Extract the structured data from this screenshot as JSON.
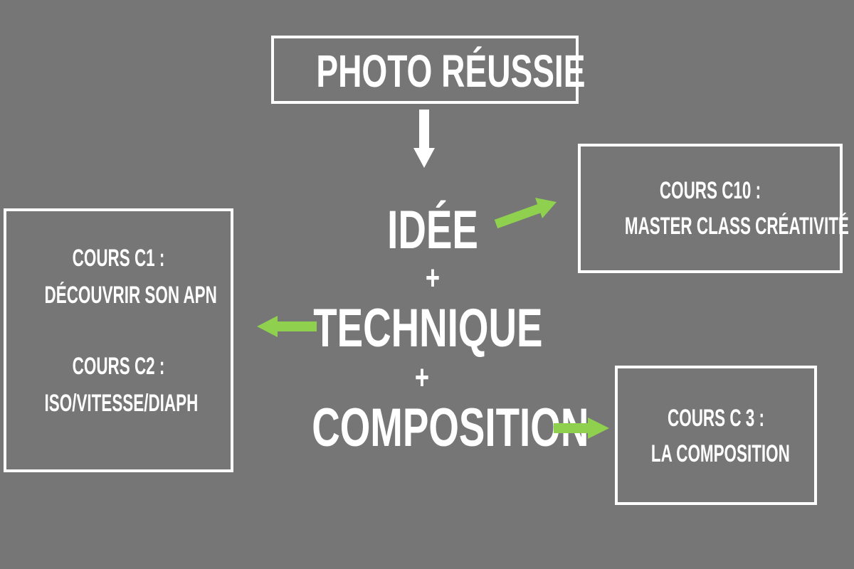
{
  "title": "PHOTO RÉUSSIE",
  "center": {
    "idee": "IDÉE",
    "plus1": "+",
    "technique": "TECHNIQUE",
    "plus2": "+",
    "composition": "COMPOSITION"
  },
  "box_c10": {
    "title": "COURS C10 :",
    "subtitle": "MASTER CLASS CRÉATIVITÉ"
  },
  "box_c1_c2": {
    "c1_title": "COURS C1 :",
    "c1_subtitle": "DÉCOUVRIR SON APN",
    "c2_title": "COURS C2 :",
    "c2_subtitle": "ISO/VITESSE/DIAPH"
  },
  "box_c3": {
    "title": "COURS C 3 :",
    "subtitle": "LA COMPOSITION"
  },
  "colors": {
    "background": "#767676",
    "foreground": "#ffffff",
    "accent_arrow": "#8fd14f"
  }
}
